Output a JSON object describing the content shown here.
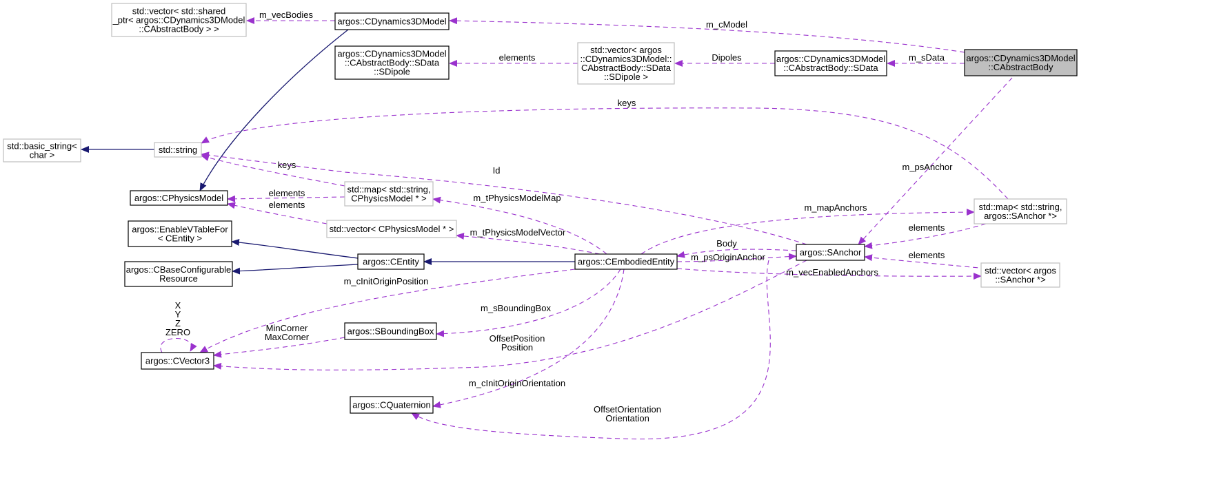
{
  "colors": {
    "inheritance": "#191970",
    "usage": "#9a32cd",
    "box_border": "#000000",
    "box_border_external": "#bfbfbf",
    "focus_fill": "#bfbfbf"
  },
  "nodes": [
    {
      "id": "shared_ptr_vec",
      "lines": [
        "std::vector< std::shared",
        "_ptr< argos::CDynamics3DModel",
        "::CAbstractBody > >"
      ],
      "style": "light"
    },
    {
      "id": "cdynamics3dmodel",
      "lines": [
        "argos::CDynamics3DModel"
      ],
      "style": "dark"
    },
    {
      "id": "sdipole",
      "lines": [
        "argos::CDynamics3DModel",
        "::CAbstractBody::SData",
        "::SDipole"
      ],
      "style": "dark"
    },
    {
      "id": "sdipole_vec",
      "lines": [
        "std::vector< argos",
        "::CDynamics3DModel::",
        "CAbstractBody::SData",
        "::SDipole >"
      ],
      "style": "light"
    },
    {
      "id": "sdata",
      "lines": [
        "argos::CDynamics3DModel",
        "::CAbstractBody::SData"
      ],
      "style": "dark"
    },
    {
      "id": "cabstractbody",
      "lines": [
        "argos::CDynamics3DModel",
        "::CAbstractBody"
      ],
      "style": "focus"
    },
    {
      "id": "basic_string",
      "lines": [
        "std::basic_string<",
        "char >"
      ],
      "style": "light"
    },
    {
      "id": "string",
      "lines": [
        "std::string"
      ],
      "style": "light"
    },
    {
      "id": "cphysicsmodel",
      "lines": [
        "argos::CPhysicsModel"
      ],
      "style": "dark"
    },
    {
      "id": "map_physicsmodel",
      "lines": [
        "std::map< std::string,",
        "CPhysicsModel * >"
      ],
      "style": "light"
    },
    {
      "id": "vector_physicsmodel",
      "lines": [
        "std::vector< CPhysicsModel * >"
      ],
      "style": "light"
    },
    {
      "id": "enablevtable",
      "lines": [
        "argos::EnableVTableFor",
        "< CEntity >"
      ],
      "style": "dark"
    },
    {
      "id": "cbaseconfigurable",
      "lines": [
        "argos::CBaseConfigurable",
        "Resource"
      ],
      "style": "dark"
    },
    {
      "id": "centity",
      "lines": [
        "argos::CEntity"
      ],
      "style": "dark"
    },
    {
      "id": "cembodiedentity",
      "lines": [
        "argos::CEmbodiedEntity"
      ],
      "style": "dark"
    },
    {
      "id": "sanchor",
      "lines": [
        "argos::SAnchor"
      ],
      "style": "dark"
    },
    {
      "id": "map_sanchor",
      "lines": [
        "std::map< std::string,",
        "argos::SAnchor *>"
      ],
      "style": "light"
    },
    {
      "id": "vector_sanchor",
      "lines": [
        "std::vector< argos",
        "::SAnchor *>"
      ],
      "style": "light"
    },
    {
      "id": "sboundingbox",
      "lines": [
        "argos::SBoundingBox"
      ],
      "style": "dark"
    },
    {
      "id": "cvector3",
      "lines": [
        "argos::CVector3"
      ],
      "style": "dark"
    },
    {
      "id": "cquaternion",
      "lines": [
        "argos::CQuaternion"
      ],
      "style": "dark"
    }
  ],
  "edges": [
    {
      "id": "dyn-to-vecbodies",
      "type": "usage",
      "label": [
        "m_vecBodies"
      ]
    },
    {
      "id": "body-to-dyn",
      "type": "usage",
      "label": [
        "m_cModel"
      ]
    },
    {
      "id": "sdipolevec-to-sdipole",
      "type": "usage",
      "label": [
        "elements"
      ]
    },
    {
      "id": "sdata-to-sdipolevec",
      "type": "usage",
      "label": [
        "Dipoles"
      ]
    },
    {
      "id": "body-to-sdata",
      "type": "usage",
      "label": [
        "m_sData"
      ]
    },
    {
      "id": "dyn-inherits-physicsmodel",
      "type": "inherit",
      "label": []
    },
    {
      "id": "string-inherits-basicstring",
      "type": "inherit",
      "label": []
    },
    {
      "id": "mapsanchor-keys-string",
      "type": "usage",
      "label": [
        "keys"
      ]
    },
    {
      "id": "mapphysics-keys-string",
      "type": "usage",
      "label": [
        "keys"
      ]
    },
    {
      "id": "sanchor-id-string",
      "type": "usage",
      "label": [
        "Id"
      ]
    },
    {
      "id": "mapphysics-elements",
      "type": "usage",
      "label": [
        "elements"
      ]
    },
    {
      "id": "vecphysics-elements",
      "type": "usage",
      "label": [
        "elements"
      ]
    },
    {
      "id": "emb-to-mapphysics",
      "type": "usage",
      "label": [
        "m_tPhysicsModelMap"
      ]
    },
    {
      "id": "emb-to-vecphysics",
      "type": "usage",
      "label": [
        "m_tPhysicsModelVector"
      ]
    },
    {
      "id": "emb-to-mapsanchor",
      "type": "usage",
      "label": [
        "m_mapAnchors"
      ]
    },
    {
      "id": "body-to-sanchor",
      "type": "usage",
      "label": [
        "m_psAnchor"
      ]
    },
    {
      "id": "mapsanchor-to-sanchor",
      "type": "usage",
      "label": [
        "elements"
      ]
    },
    {
      "id": "sanchor-body-emb",
      "type": "usage",
      "label": [
        "Body"
      ]
    },
    {
      "id": "emb-to-sanchor",
      "type": "usage",
      "label": [
        "m_psOriginAnchor"
      ]
    },
    {
      "id": "centity-inherits-enablevtable",
      "type": "inherit",
      "label": []
    },
    {
      "id": "centity-inherits-cbase",
      "type": "inherit",
      "label": []
    },
    {
      "id": "emb-inherits-centity",
      "type": "inherit",
      "label": []
    },
    {
      "id": "vecsanchor-to-sanchor",
      "type": "usage",
      "label": [
        "elements"
      ]
    },
    {
      "id": "emb-to-vecsanchor",
      "type": "usage",
      "label": [
        "m_vecEnabledAnchors"
      ]
    },
    {
      "id": "emb-to-cvector3",
      "type": "usage",
      "label": [
        "m_cInitOriginPosition"
      ]
    },
    {
      "id": "emb-to-sbox",
      "type": "usage",
      "label": [
        "m_sBoundingBox"
      ]
    },
    {
      "id": "sbox-to-cvector3",
      "type": "usage",
      "label": [
        "MinCorner",
        "MaxCorner"
      ]
    },
    {
      "id": "sanchor-to-cvector3",
      "type": "usage",
      "label": [
        "OffsetPosition",
        "Position"
      ]
    },
    {
      "id": "cvector3-self",
      "type": "usage",
      "label": [
        "X",
        "Y",
        "Z",
        "ZERO"
      ]
    },
    {
      "id": "emb-to-cquaternion",
      "type": "usage",
      "label": [
        "m_cInitOriginOrientation"
      ]
    },
    {
      "id": "sanchor-to-cquaternion",
      "type": "usage",
      "label": [
        "OffsetOrientation",
        "Orientation"
      ]
    }
  ]
}
